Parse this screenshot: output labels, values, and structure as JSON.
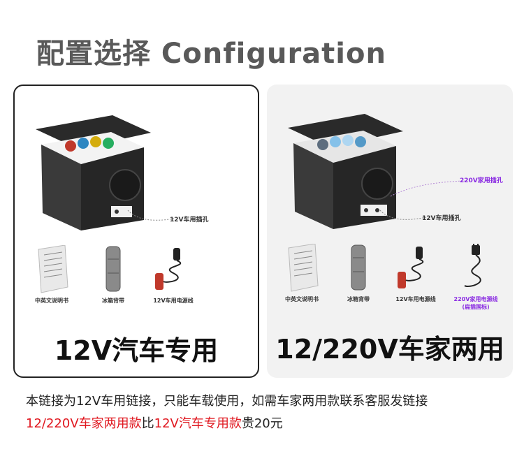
{
  "heading": "配置选择 Configuration",
  "options": {
    "car12v": {
      "title": "12V汽车专用",
      "callout_12v": "12V车用插孔",
      "accessories": [
        "中英文说明书",
        "冰箱背带",
        "12V车用电源线"
      ]
    },
    "dual": {
      "title": "12/220V车家两用",
      "callout_220v": "220V家用插孔",
      "callout_12v": "12V车用插孔",
      "accessories": [
        "中英文说明书",
        "冰箱背带",
        "12V车用电源线",
        "220V家用电源线"
      ],
      "accessory_note": "(扁插国标)"
    }
  },
  "notes": {
    "line1": "本链接为12V车用链接，只能车载使用，如需车家两用款联系客服发链接",
    "line2_part1": "12/220V车家两用款",
    "line2_part2": "比",
    "line2_part3": "12V汽车专用款",
    "line2_part4": "贵20元"
  },
  "colors": {
    "accent_red": "#e0161e",
    "accent_purple": "#8a2be2",
    "heading_gray": "#595959"
  }
}
